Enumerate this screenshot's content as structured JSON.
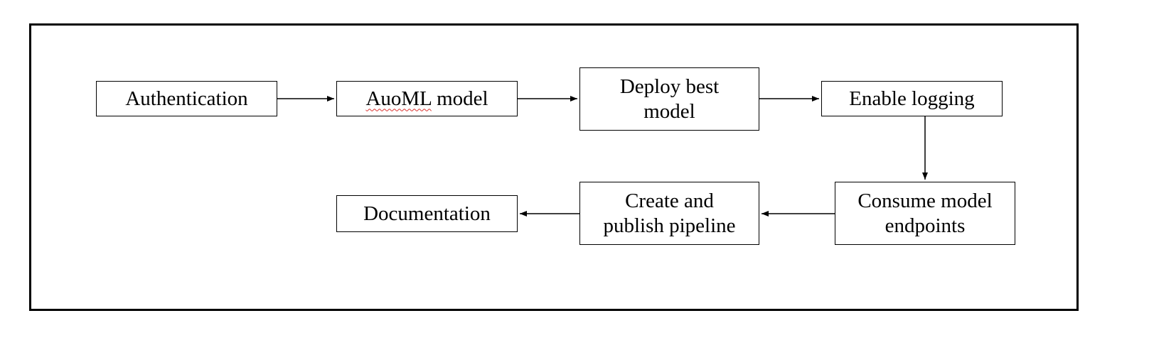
{
  "diagram": {
    "nodes": {
      "authentication": "Authentication",
      "automl_model_misspelled": "AuoML",
      "automl_model_rest": " model",
      "deploy_best_model": "Deploy best\nmodel",
      "enable_logging": "Enable logging",
      "consume_endpoints": "Consume model\nendpoints",
      "create_pipeline": "Create and\npublish pipeline",
      "documentation": "Documentation"
    },
    "colors": {
      "line": "#000000",
      "spellcheck_underline": "#d9302c"
    }
  }
}
